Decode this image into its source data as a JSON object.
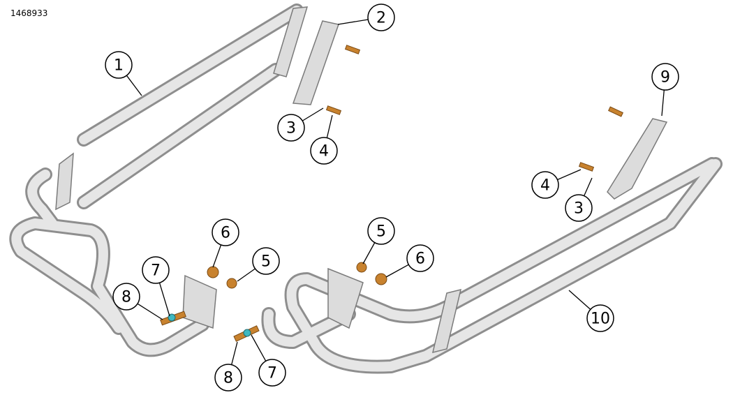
{
  "drawing_id": "1468933",
  "callouts": [
    "1",
    "2",
    "3",
    "4",
    "9",
    "4",
    "3",
    "6",
    "5",
    "7",
    "8",
    "5",
    "6",
    "10",
    "8",
    "7"
  ]
}
